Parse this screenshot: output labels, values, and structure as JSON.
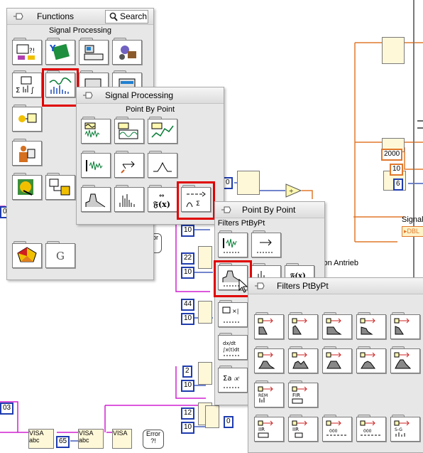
{
  "functions_palette": {
    "title": "Functions",
    "search_label": "Search",
    "category_label": "Signal Processing",
    "icons": [
      "mathscript-node-icon",
      "daq-assistant-icon",
      "instrument-io-icon",
      "vision-motion-icon",
      "mathematics-icon",
      "signal-processing-icon",
      "data-communication-icon",
      "connectivity-icon",
      "control-design-icon",
      "express-icon",
      "addons-icon",
      "favorites-icon",
      "user-libraries-icon",
      "select-vi-icon"
    ]
  },
  "signal_processing_palette": {
    "title": "Signal Processing",
    "category_label": "Point By Point",
    "icons": [
      "waveform-generation-icon",
      "waveform-conditioning-icon",
      "waveform-measurements-icon",
      "signal-generation-icon",
      "signal-operation-icon",
      "windows-icon",
      "filters-icon",
      "spectral-analysis-icon",
      "transforms-icon",
      "point-by-point-icon"
    ]
  },
  "point_by_point_palette": {
    "title": "Point By Point",
    "category_label": "Filters PtByPt",
    "icons": [
      "signal-generation-ptbypt-icon",
      "signal-operation-ptbypt-icon",
      "filters-ptbypt-icon",
      "probability-stats-ptbypt-icon",
      "fitting-ptbypt-icon",
      "calculus-ptbypt-icon",
      "polynomial-ptbypt-icon"
    ]
  },
  "filters_ptbypt_palette": {
    "title": "Filters PtByPt",
    "icons": [
      "butterworth-lowpass-icon",
      "chebyshev-icon",
      "inverse-chebyshev-icon",
      "elliptic-icon",
      "bessel-icon",
      "butterworth-highpass-icon",
      "chebyshev-bandpass-icon",
      "inverse-chebyshev-bandpass-icon",
      "elliptic-bandpass-icon",
      "bessel-bandpass-icon",
      "equi-ripple-icon",
      "fir-filter-icon",
      "iir-filter-icon",
      "iir-cascade-icon",
      "iir-cascade-init-icon",
      "iir-init-icon",
      "savitzky-golay-icon"
    ]
  },
  "block_diagram": {
    "constants": [
      "0",
      "2000",
      "10",
      "6",
      "10",
      "22",
      "10",
      "44",
      "10",
      "2",
      "10",
      "12",
      "10",
      "0",
      "65",
      "03",
      "0"
    ],
    "labels": {
      "signal_label": "Signalv",
      "dbl_label": "DBL",
      "antrieb_label": "tion Antrieb",
      "error_label": "Error ?!",
      "visa_label": "VISA",
      "visa_abc_label": "abc",
      "g_label": "G"
    }
  },
  "colors": {
    "selection_highlight": "#e00000",
    "palette_bg": "#e7e7e7",
    "wire_orange": "#e0782c",
    "wire_pink": "#d020d0",
    "numeric_border": "#1f3cae"
  }
}
